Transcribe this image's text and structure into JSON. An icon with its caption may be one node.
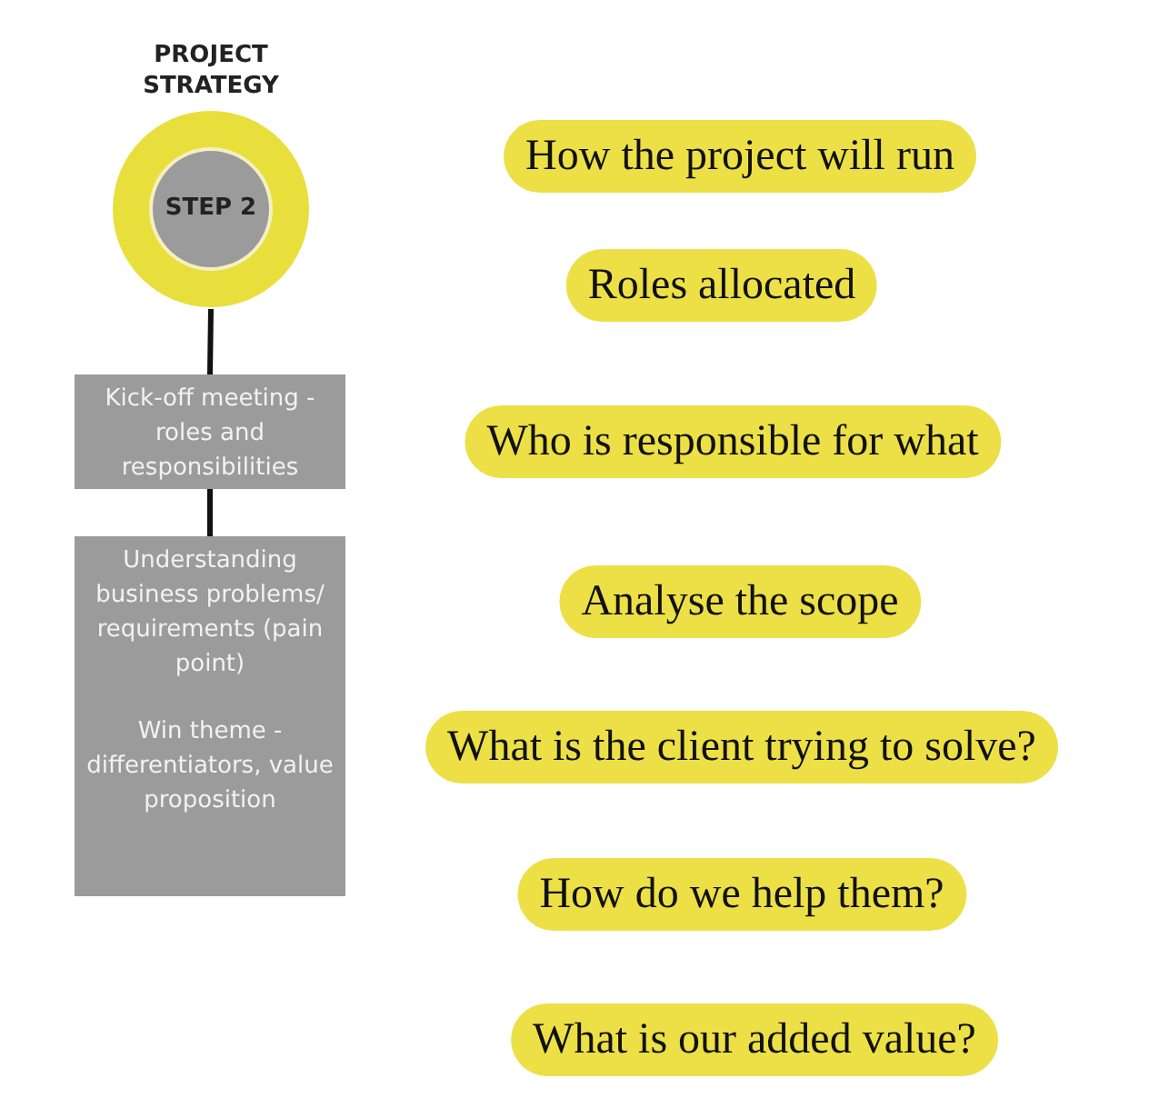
{
  "diagram": {
    "nodes": [
      {
        "text": [
          "PROJECT STRATEGY",
          "STEP 2"
        ]
      },
      {
        "text": [
          "Kick-off meeting - roles and responsibilities"
        ]
      },
      {
        "text": [
          "Understanding business problems/ requirements (pain point)",
          "Win theme - differentiators, value proposition"
        ]
      },
      {
        "text": [
          "How the project will run"
        ]
      },
      {
        "text": [
          "Roles allocated"
        ]
      },
      {
        "text": [
          "Who is responsible for what"
        ]
      },
      {
        "text": [
          "Analyse the scope"
        ]
      },
      {
        "text": [
          "What is the client trying to solve?"
        ]
      },
      {
        "text": [
          "How do we help them?"
        ]
      },
      {
        "text": [
          "What is our added value?"
        ]
      }
    ],
    "edges": [
      {
        "from": 0,
        "to": 1,
        "arrow": "none"
      },
      {
        "from": 1,
        "to": 2,
        "arrow": "none"
      }
    ]
  }
}
